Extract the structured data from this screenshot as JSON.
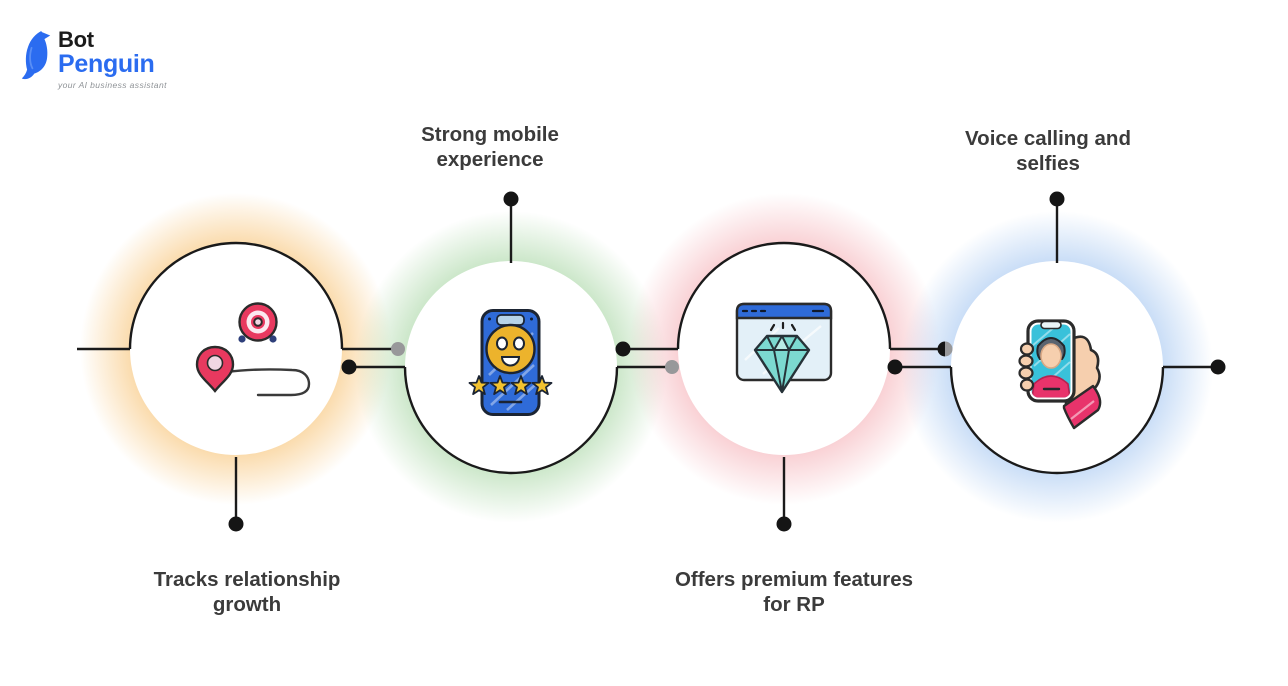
{
  "logo": {
    "brand_top": "Bot",
    "brand_bottom": "Penguin",
    "tagline": "your AI business assistant",
    "icon": "penguin-logo-icon",
    "brand_blue": "#2b6cf0"
  },
  "features": [
    {
      "label": "Tracks relationship\ngrowth",
      "label_position": "bottom",
      "icon": "location-route-target-icon",
      "glow_color": "#f6b85c"
    },
    {
      "label": "Strong mobile\nexperience",
      "label_position": "top",
      "icon": "phone-smiley-rating-icon",
      "glow_color": "#8eca89"
    },
    {
      "label": "Offers premium features\nfor RP",
      "label_position": "bottom",
      "icon": "browser-premium-diamond-icon",
      "glow_color": "#f29aa2"
    },
    {
      "label": "Voice calling and\nselfies",
      "label_position": "top",
      "icon": "hand-selfie-phone-icon",
      "glow_color": "#9fc3f0"
    }
  ],
  "colors": {
    "connector_line": "#1a1a1a",
    "connector_dot_black": "#151515",
    "connector_dot_gray": "#98989a",
    "label_text": "#3b3b3b",
    "background": "#ffffff"
  }
}
